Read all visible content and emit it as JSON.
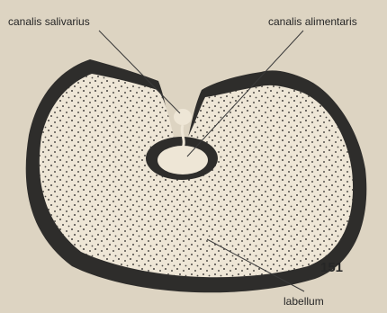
{
  "labels": {
    "canalis_salivarius": "canalis salivarius",
    "canalis_alimentaris": "canalis alimentaris",
    "labellum": "labellum"
  },
  "figure_number": "151",
  "colors": {
    "background": "#ddd4c2",
    "wall": "#2e2d2b",
    "interior": "#eee6d6",
    "stipple": "#4a4743",
    "leader_line": "#3a3a3a"
  }
}
